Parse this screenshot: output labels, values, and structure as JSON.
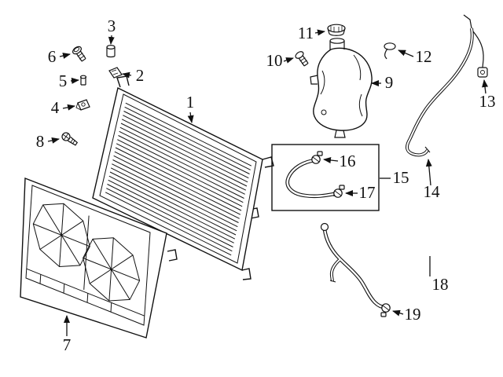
{
  "diagram": {
    "colors": {
      "background": "#ffffff",
      "line": "#111111",
      "label_text": "#111111"
    },
    "callouts": [
      {
        "label": "1"
      },
      {
        "label": "2"
      },
      {
        "label": "3"
      },
      {
        "label": "4"
      },
      {
        "label": "5"
      },
      {
        "label": "6"
      },
      {
        "label": "7"
      },
      {
        "label": "8"
      },
      {
        "label": "9"
      },
      {
        "label": "10"
      },
      {
        "label": "11"
      },
      {
        "label": "12"
      },
      {
        "label": "13"
      },
      {
        "label": "14"
      },
      {
        "label": "15"
      },
      {
        "label": "16"
      },
      {
        "label": "17"
      },
      {
        "label": "18"
      },
      {
        "label": "19"
      }
    ]
  }
}
